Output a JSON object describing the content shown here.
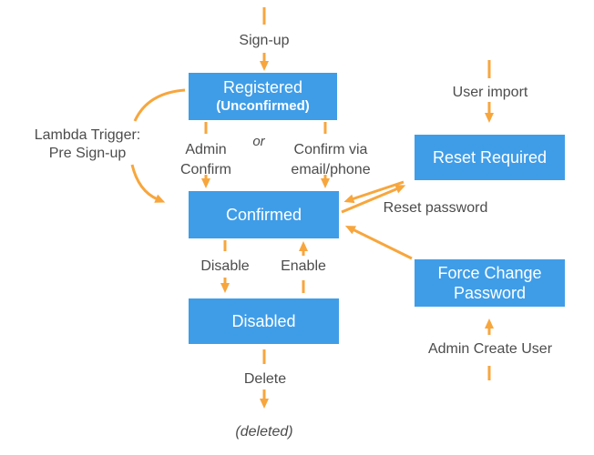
{
  "diagram": {
    "colors": {
      "state_box": "#3F9DE8",
      "arrow": "#F7A63D",
      "label_text": "#4C4C4C",
      "box_text": "#FFFFFF"
    },
    "states": {
      "registered": {
        "line1": "Registered",
        "line2": "(Unconfirmed)"
      },
      "confirmed": {
        "label": "Confirmed"
      },
      "disabled": {
        "label": "Disabled"
      },
      "reset_required": {
        "label": "Reset Required"
      },
      "force_change_password": {
        "line1": "Force Change",
        "line2": "Password"
      }
    },
    "labels": {
      "sign_up": "Sign-up",
      "lambda_trigger_line1": "Lambda Trigger:",
      "lambda_trigger_line2": "Pre Sign-up",
      "admin_confirm_line1": "Admin",
      "admin_confirm_line2": "Confirm",
      "or": "or",
      "confirm_via_line1": "Confirm via",
      "confirm_via_line2": "email/phone",
      "user_import": "User import",
      "reset_password": "Reset password",
      "disable": "Disable",
      "enable": "Enable",
      "delete": "Delete",
      "deleted": "(deleted)",
      "admin_create_user": "Admin Create User"
    }
  }
}
